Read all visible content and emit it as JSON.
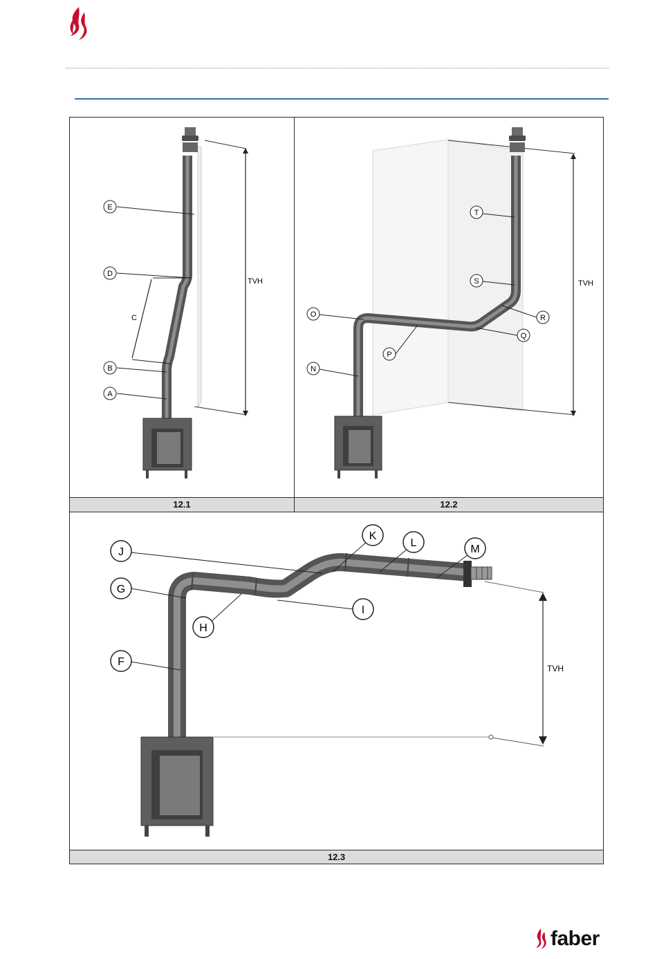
{
  "figures": [
    {
      "caption": "12.1",
      "labels": [
        "E",
        "D",
        "C",
        "B",
        "A"
      ],
      "height_label": "TVH"
    },
    {
      "caption": "12.2",
      "labels": [
        "T",
        "S",
        "O",
        "R",
        "Q",
        "P",
        "N"
      ],
      "height_label": "TVH"
    },
    {
      "caption": "12.3",
      "labels": [
        "J",
        "K",
        "L",
        "M",
        "G",
        "I",
        "H",
        "F"
      ],
      "height_label": "TVH"
    }
  ],
  "brand": {
    "name": "faber",
    "accent_color": "#c8102e",
    "rule_color": "#3a6ea5"
  }
}
